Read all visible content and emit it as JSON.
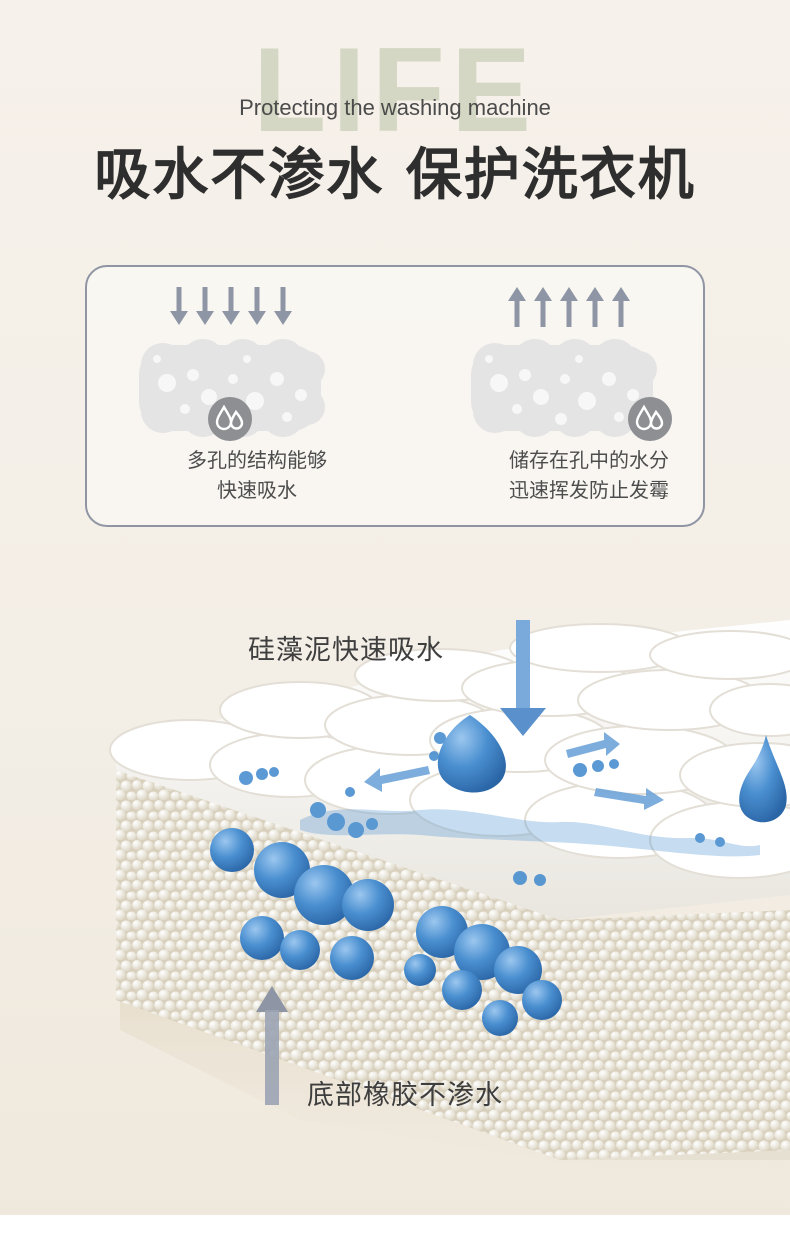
{
  "header": {
    "watermark": "LIFE",
    "subtitle": "Protecting the washing machine",
    "title": "吸水不渗水 保护洗衣机"
  },
  "features": [
    {
      "line1": "多孔的结构能够",
      "line2": "快速吸水",
      "arrow_direction": "down",
      "icon": "water-drops-icon"
    },
    {
      "line1": "储存在孔中的水分",
      "line2": "迅速挥发防止发霉",
      "arrow_direction": "up",
      "icon": "water-drops-icon"
    }
  ],
  "scene": {
    "label_top": "硅藻泥快速吸水",
    "label_bottom": "底部橡胶不渗水"
  },
  "colors": {
    "background": "#f5f0e8",
    "title": "#2e2e2e",
    "box_border": "#8f95a3",
    "water_blue": "#4a8fd0",
    "arrow_gray": "#8e96a6",
    "watermark": "#c9cfb7"
  }
}
